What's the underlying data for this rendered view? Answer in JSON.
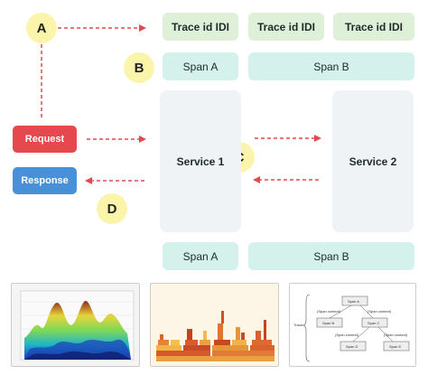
{
  "badges": {
    "a": "A",
    "b": "B",
    "c": "C",
    "d": "D"
  },
  "trace_row": [
    "Trace id IDI",
    "Trace id IDI",
    "Trace id IDI"
  ],
  "span_row_top": [
    "Span A",
    "Span B"
  ],
  "span_row_bottom": [
    "Span A",
    "Span B"
  ],
  "services": [
    "Service 1",
    "Service 2"
  ],
  "buttons": {
    "request": "Request",
    "response": "Response"
  },
  "tree_diagram": {
    "trace_label": "Trace",
    "nodes": [
      "Span A",
      "Span B",
      "Span C",
      "Span D",
      "Span E"
    ],
    "edge_labels": [
      "(Span context)",
      "(Span context)",
      "(Span context)",
      "(Span context)"
    ]
  },
  "colors": {
    "badge": "#fbf5ac",
    "arrow": "#e5484d",
    "request": "#e5484d",
    "response": "#4a90d9",
    "trace_bg": "#dff0d8",
    "span_bg": "#d4f1ec",
    "service_bg": "#f0f3f5"
  }
}
